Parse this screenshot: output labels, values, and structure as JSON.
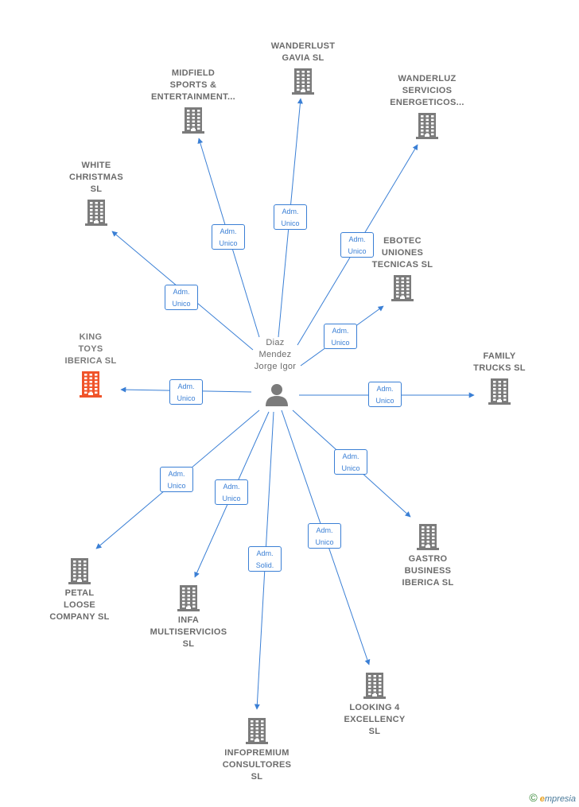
{
  "center": {
    "lines": [
      "Diaz",
      "Mendez",
      "Jorge Igor"
    ]
  },
  "colors": {
    "edge": "#3a7fd5",
    "building": "#7b7b7b",
    "highlight": "#f0542a",
    "person": "#7b7b7b"
  },
  "companies": [
    {
      "id": "wanderlust",
      "label": "WANDERLUST\nGAVIA  SL",
      "role_a": "Adm.",
      "role_b": "Unico",
      "highlight": false
    },
    {
      "id": "midfield",
      "label": "MIDFIELD\nSPORTS &\nENTERTAINMENT...",
      "role_a": "Adm.",
      "role_b": "Unico",
      "highlight": false
    },
    {
      "id": "wanderluz",
      "label": "WANDERLUZ\nSERVICIOS\nENERGETICOS...",
      "role_a": "Adm.",
      "role_b": "Unico",
      "highlight": false
    },
    {
      "id": "white",
      "label": "WHITE\nCHRISTMAS\nSL",
      "role_a": "Adm.",
      "role_b": "Unico",
      "highlight": false
    },
    {
      "id": "ebotec",
      "label": "EBOTEC\nUNIONES\nTECNICAS  SL",
      "role_a": "Adm.",
      "role_b": "Unico",
      "highlight": false
    },
    {
      "id": "king",
      "label": "KING\nTOYS\nIBERICA  SL",
      "role_a": "Adm.",
      "role_b": "Unico",
      "highlight": true
    },
    {
      "id": "family",
      "label": "FAMILY\nTRUCKS  SL",
      "role_a": "Adm.",
      "role_b": "Unico",
      "highlight": false
    },
    {
      "id": "petal",
      "label": "PETAL\nLOOSE\nCOMPANY  SL",
      "role_a": "Adm.",
      "role_b": "Unico",
      "highlight": false
    },
    {
      "id": "infa",
      "label": "INFA\nMULTISERVICIOS\nSL",
      "role_a": "Adm.",
      "role_b": "Unico",
      "highlight": false
    },
    {
      "id": "infopremium",
      "label": "INFOPREMIUM\nCONSULTORES\nSL",
      "role_a": "Adm.",
      "role_b": "Solid.",
      "highlight": false
    },
    {
      "id": "looking",
      "label": "LOOKING 4\nEXCELLENCY\nSL",
      "role_a": "Adm.",
      "role_b": "Unico",
      "highlight": false
    },
    {
      "id": "gastro",
      "label": "GASTRO\nBUSINESS\nIBERICA  SL",
      "role_a": "Adm.",
      "role_b": "Unico",
      "highlight": false
    }
  ],
  "footer": {
    "symbol": "©",
    "brand_first": "e",
    "brand_rest": "mpresia"
  }
}
